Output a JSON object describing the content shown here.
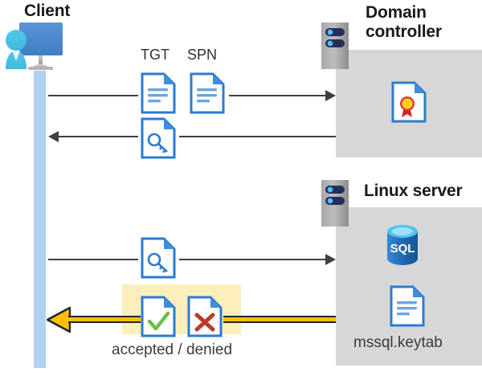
{
  "diagram": {
    "title_client": "Client",
    "title_domain_controller": "Domain controller",
    "title_linux_server": "Linux server",
    "labels": {
      "tgt": "TGT",
      "spn": "SPN",
      "result": "accepted / denied",
      "keytab": "mssql.keytab"
    },
    "icons": {
      "client": "client-workstation-icon",
      "dc_rack": "server-rack-icon",
      "lx_rack": "server-rack-icon",
      "tgt_doc": "document-icon",
      "spn_doc": "document-icon",
      "key_doc_1": "document-key-icon",
      "key_doc_2": "document-key-icon",
      "accepted_doc": "document-check-icon",
      "denied_doc": "document-cross-icon",
      "certificate": "certificate-document-icon",
      "sql_database": "sql-database-icon",
      "keytab_doc": "document-icon"
    },
    "colors": {
      "panel_gray": "#d7d7d7",
      "lifeline_blue": "#aed2f0",
      "doc_blue": "#2c7bcf",
      "highlight_yellow": "#fcefbc",
      "gold_arrow": "#ffc000",
      "gold_arrow_outline": "#20252b",
      "connector_gray": "#3f3f3f",
      "check_green": "#6cbe45",
      "cross_red": "#c0392b",
      "sql_blue": "#1f68b0",
      "seal_gold": "#ffd21e",
      "seal_red": "#c62828"
    },
    "flows": [
      {
        "name": "tgt-spn-request",
        "direction": "client-to-domain-controller"
      },
      {
        "name": "ticket-response",
        "direction": "domain-controller-to-client"
      },
      {
        "name": "service-ticket-request",
        "direction": "client-to-linux-server"
      },
      {
        "name": "auth-result",
        "direction": "linux-server-to-client"
      }
    ]
  }
}
